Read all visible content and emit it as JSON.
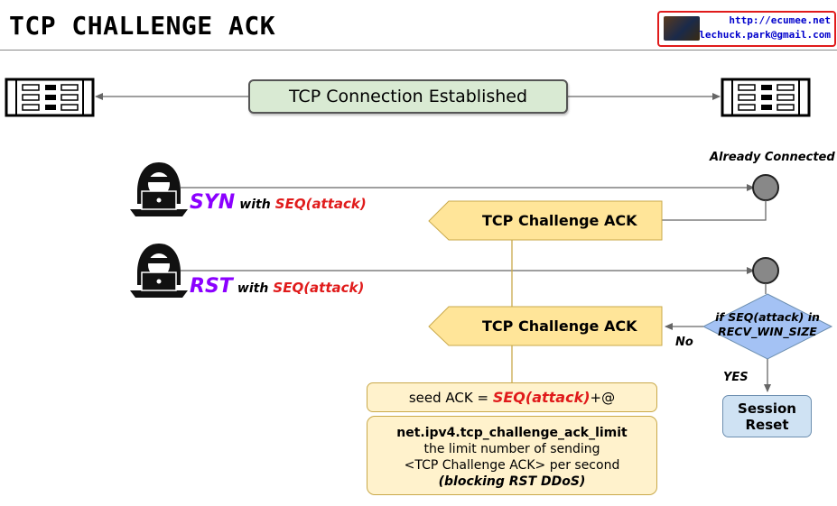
{
  "header": {
    "title": "TCP CHALLENGE ACK",
    "badge_url": "http://ecumee.net",
    "badge_email": "lechuck.park@gmail.com"
  },
  "diagram": {
    "connection_label": "TCP Connection Established",
    "already_connected": "Already Connected",
    "syn": {
      "flag": "SYN",
      "with": "with",
      "seq": "SEQ(attack)"
    },
    "rst": {
      "flag": "RST",
      "with": "with",
      "seq": "SEQ(attack)"
    },
    "challenge_ack_1": "TCP Challenge ACK",
    "challenge_ack_2": "TCP Challenge ACK",
    "condition_line1": "if SEQ(attack) in",
    "condition_line2": "RECV_WIN_SIZE",
    "no_label": "No",
    "yes_label": "YES",
    "session_line1": "Session",
    "session_line2": "Reset",
    "seed": {
      "prefix": "seed ACK = ",
      "seq": "SEQ(attack)",
      "suffix": "+@"
    },
    "limit": {
      "param": "net.ipv4.tcp_challenge_ack_limit",
      "line2": "the limit number of sending",
      "line3": "<TCP Challenge ACK> per second",
      "note": "(blocking RST DDoS)"
    },
    "colors": {
      "attack_flag": "#8b00ff",
      "seq_red": "#e01b1b",
      "arrow_fill": "#ffe599",
      "established_fill": "#d9ead3",
      "decision_fill": "#a4c2f4",
      "session_fill": "#cfe2f3"
    }
  }
}
